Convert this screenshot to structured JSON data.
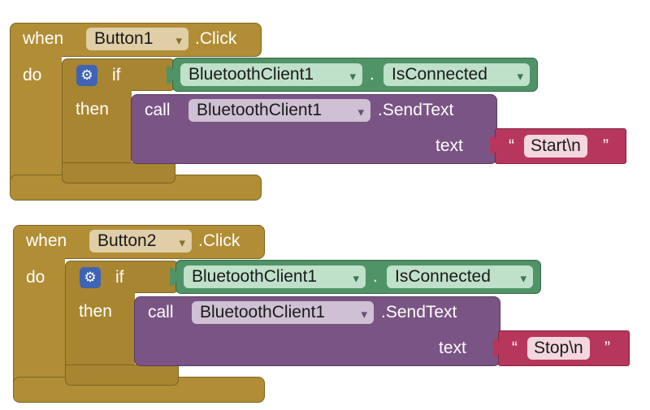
{
  "blocks": [
    {
      "when": "when",
      "component": "Button1",
      "event": ".Click",
      "do": "do",
      "if": "if",
      "then": "then",
      "condition": {
        "component": "BluetoothClient1",
        "dot": ".",
        "property": "IsConnected"
      },
      "call": "call",
      "call_component": "BluetoothClient1",
      "method": ".SendText",
      "arg_label": "text",
      "quote_open": "“",
      "quote_close": "”",
      "string_value": "Start\\n"
    },
    {
      "when": "when",
      "component": "Button2",
      "event": ".Click",
      "do": "do",
      "if": "if",
      "then": "then",
      "condition": {
        "component": "BluetoothClient1",
        "dot": ".",
        "property": "IsConnected"
      },
      "call": "call",
      "call_component": "BluetoothClient1",
      "method": ".SendText",
      "arg_label": "text",
      "quote_open": "“",
      "quote_close": "”",
      "string_value": "Stop\\n"
    }
  ],
  "colors": {
    "event_block": "#b18e35",
    "procedure_call": "#7a5484",
    "property_getter": "#4f9366",
    "text_literal": "#b7365b",
    "mutator_gear": "#3f63b5"
  },
  "icons": {
    "mutator": "gear-icon",
    "dropdown": "caret-down-icon"
  }
}
